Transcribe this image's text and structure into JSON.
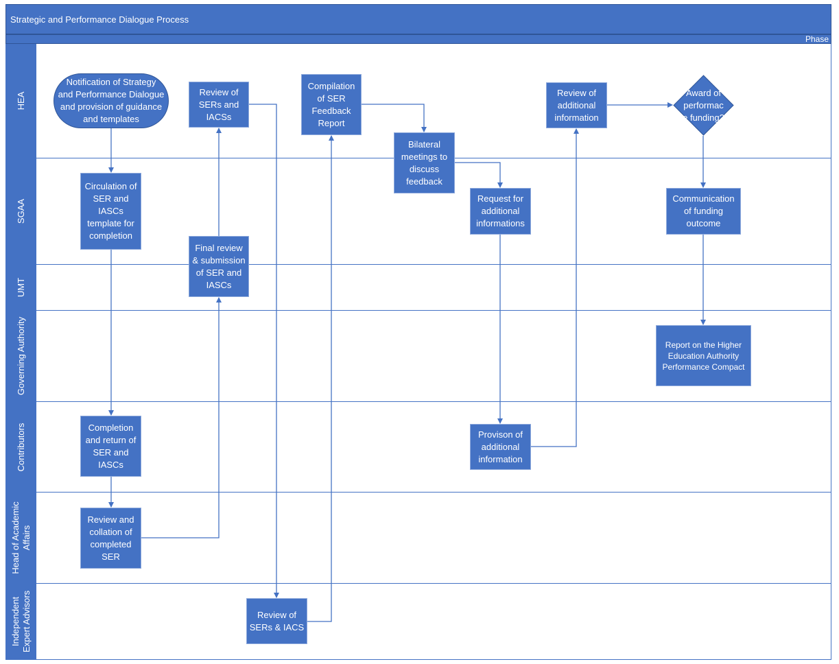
{
  "diagram": {
    "title": "Strategic and Performance Dialogue Process",
    "phase_label": "Phase",
    "lanes": [
      {
        "id": "hea",
        "label": "HEA"
      },
      {
        "id": "sgaa",
        "label": "SGAA"
      },
      {
        "id": "umt",
        "label": "UMT"
      },
      {
        "id": "governing",
        "label": "Governing Authority"
      },
      {
        "id": "contributors",
        "label": "Contributors"
      },
      {
        "id": "head",
        "label": "Head of Academic\nAffairs"
      },
      {
        "id": "independent",
        "label": "Independent\nExpert Advisors"
      }
    ],
    "nodes": {
      "notification": "Notification of Strategy\nand Performance Dialogue\nand provision of guidance\nand templates",
      "review_sers_iacss": "Review of\nSERs and\nIACSs",
      "compilation": "Compilation\nof SER\nFeedback\nReport",
      "bilateral": "Bilateral\nmeetings to\ndiscuss\nfeedback",
      "review_additional": "Review of\nadditional\ninformation",
      "award": "Award of\nperformac\ne funding?",
      "circulation": "Circulation of\nSER and\nIASCs\ntemplate for\ncompletion",
      "request_additional": "Request for\nadditional\ninformations",
      "communication": "Communication\nof funding\noutcome",
      "final_review": "Final review\n& submission\nof SER and\nIASCs",
      "report": "Report on the Higher\nEducation Authority\nPerformance Compact",
      "completion": "Completion\nand return of\nSER and\nIASCs",
      "provision": "Provison of\nadditional\ninformation",
      "review_collation": "Review and\ncollation of\ncompleted\nSER",
      "review_independent": "Review of\nSERs & IACS"
    },
    "colors": {
      "fill": "#4472C4",
      "border": "#2F5597",
      "line": "#4472C4",
      "text": "#FFFFFF"
    }
  }
}
